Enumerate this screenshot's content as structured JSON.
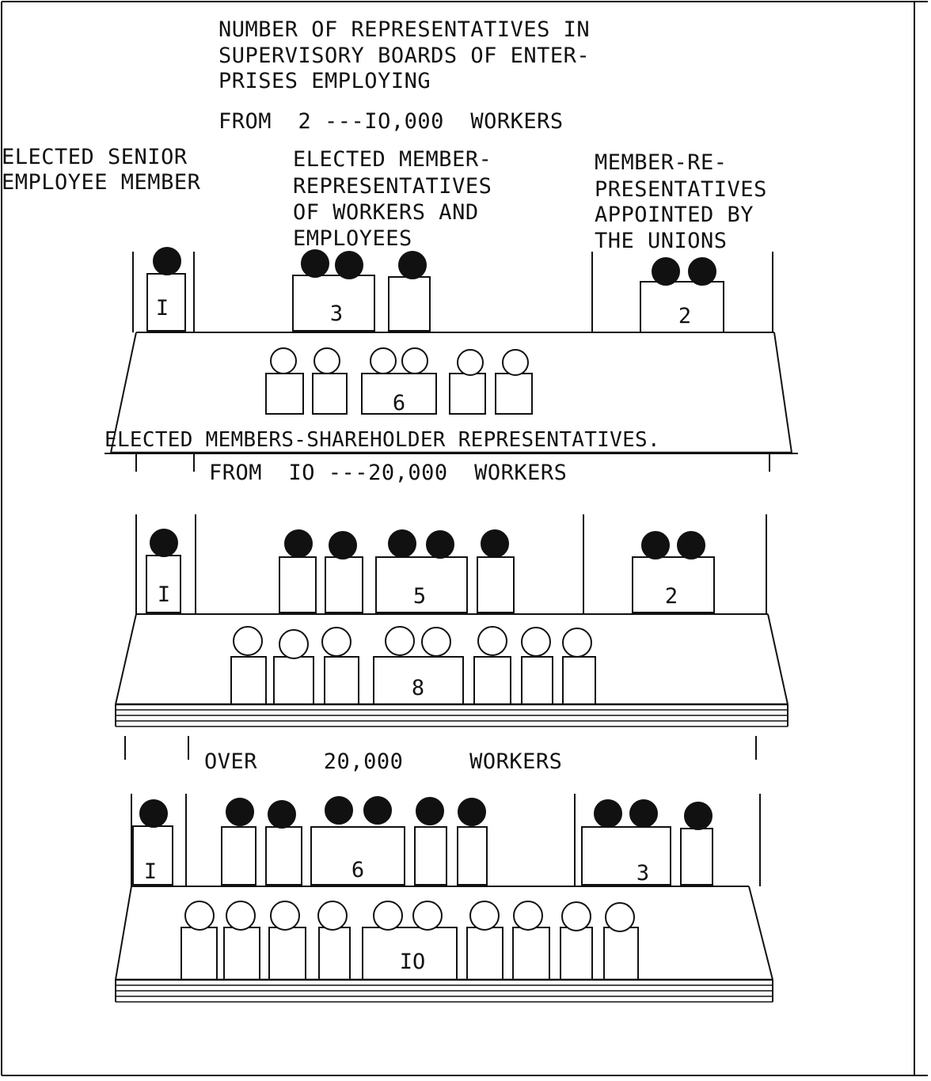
{
  "title_lines": [
    "NUMBER OF REPRESENTATIVES IN",
    "SUPERVISORY BOARDS OF ENTER-",
    "PRISES EMPLOYING"
  ],
  "category_labels": {
    "senior_employee": [
      "ELECTED SENIOR",
      "EMPLOYEE MEMBER"
    ],
    "workers_employees": [
      "ELECTED MEMBER-",
      "REPRESENTATIVES",
      "OF WORKERS AND",
      "EMPLOYEES"
    ],
    "unions": [
      "MEMBER-RE-",
      "PRESENTATIVES",
      "APPOINTED BY",
      "THE UNIONS"
    ]
  },
  "shareholder_label": "ELECTED MEMBERS-SHAREHOLDER REPRESENTATIVES.",
  "tiers": [
    {
      "range_label": "FROM  2 ---IO,000  WORKERS",
      "senior_employee": "I",
      "workers_employees": "3",
      "unions": "2",
      "shareholders": "6"
    },
    {
      "range_label": "FROM  IO ---20,000  WORKERS",
      "senior_employee": "I",
      "workers_employees": "5",
      "unions": "2",
      "shareholders": "8"
    },
    {
      "range_label": "OVER     20,000     WORKERS",
      "senior_employee": "I",
      "workers_employees": "6",
      "unions": "3",
      "shareholders": "IO"
    }
  ]
}
